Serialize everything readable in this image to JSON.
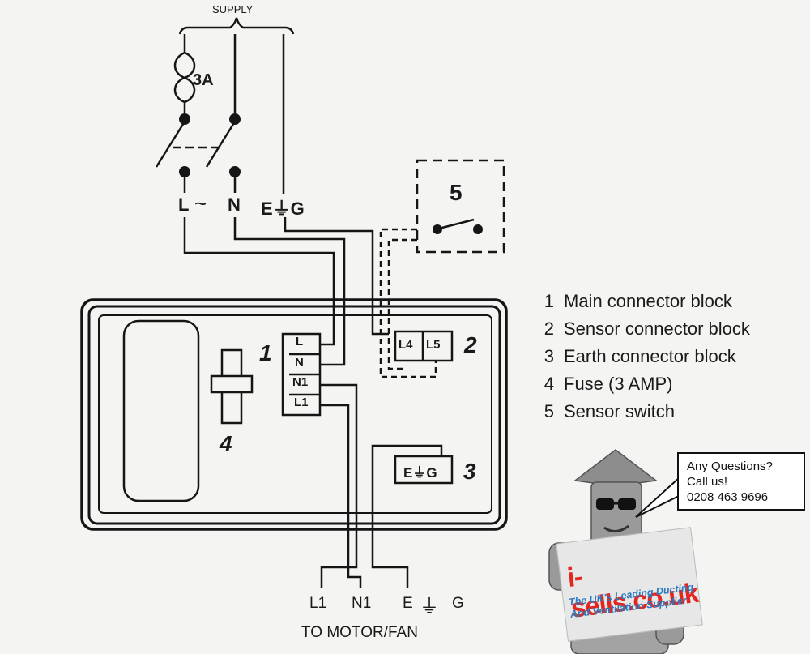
{
  "supply_label": "SUPPLY",
  "fuse_rating": "3A",
  "terminals_top": {
    "l": "L",
    "n": "N",
    "eg": "E⏚G"
  },
  "sensor_box_number": "5",
  "main_block": [
    "L",
    "N",
    "N1",
    "L1"
  ],
  "sensor_block": [
    "L4",
    "L5"
  ],
  "earth_block": "E⏚G",
  "callouts": {
    "one": "1",
    "two": "2",
    "three": "3",
    "four": "4"
  },
  "legend": [
    {
      "num": "1",
      "text": "Main connector block"
    },
    {
      "num": "2",
      "text": "Sensor connector block"
    },
    {
      "num": "3",
      "text": "Earth connector block"
    },
    {
      "num": "4",
      "text": "Fuse (3 AMP)"
    },
    {
      "num": "5",
      "text": "Sensor switch"
    }
  ],
  "motor_terminals": {
    "l1": "L1",
    "n1": "N1",
    "e": "E",
    "g": "G"
  },
  "motor_label": "TO MOTOR/FAN",
  "bubble": {
    "line1": "Any Questions?",
    "line2": "Call us!",
    "line3": "0208 463 9696"
  },
  "sign": {
    "brand": "i-sells.co.uk",
    "tagline1": "The UK's Leading Ducting",
    "tagline2": "And Ventilation Supplier"
  }
}
